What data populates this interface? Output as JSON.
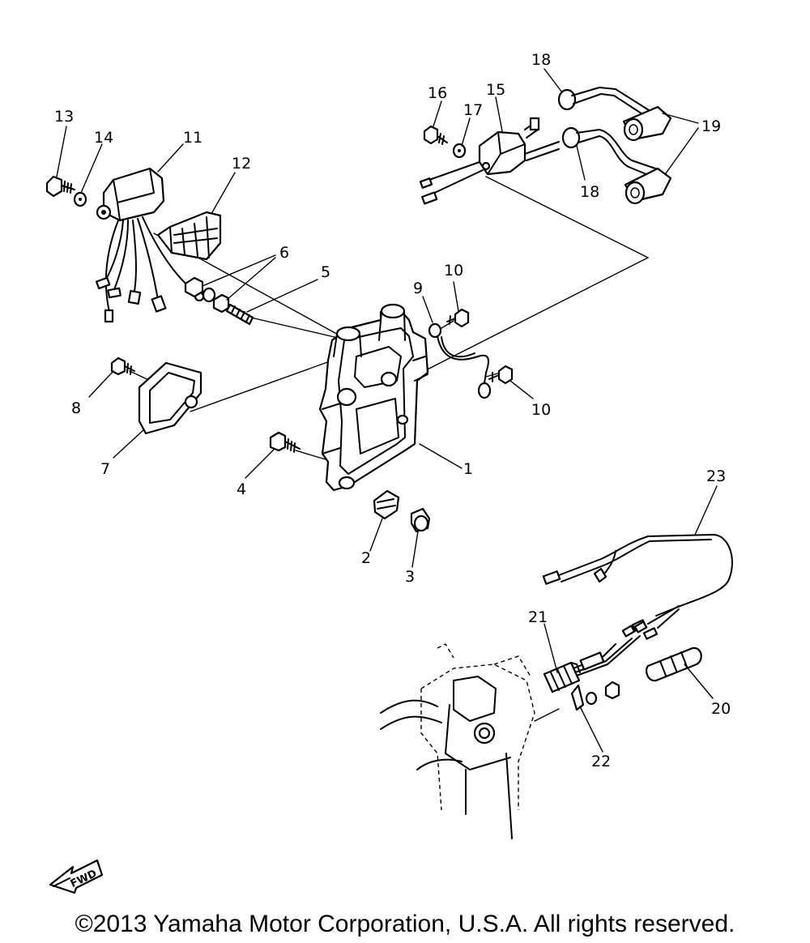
{
  "callouts": {
    "c1": "1",
    "c2": "2",
    "c3": "3",
    "c4": "4",
    "c5": "5",
    "c6": "6",
    "c7": "7",
    "c8": "8",
    "c9": "9",
    "c10a": "10",
    "c10b": "10",
    "c11": "11",
    "c12": "12",
    "c13": "13",
    "c14": "14",
    "c15": "15",
    "c16": "16",
    "c17": "17",
    "c18a": "18",
    "c18b": "18",
    "c19": "19",
    "c20": "20",
    "c21": "21",
    "c22": "22",
    "c23": "23"
  },
  "fwd_badge": "FWD",
  "copyright": "©2013 Yamaha Motor Corporation, U.S.A. All rights reserved."
}
